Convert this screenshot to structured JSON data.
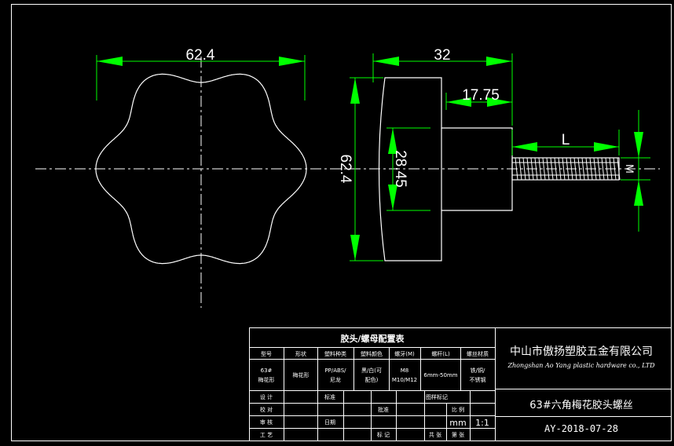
{
  "colors": {
    "background": "#000000",
    "lines": "#ffffff",
    "dimension": "#00ff00",
    "border": "#ffffff"
  },
  "dimensions": {
    "knob_width": "62.4",
    "knob_height": "62.4",
    "head_length": "32",
    "hub_length": "17.75",
    "hub_diameter": "28.45",
    "screw_length": "L",
    "thread": "M"
  },
  "title_block": {
    "table_title": "胶头/螺母配置表",
    "headers": [
      "型号",
      "形状",
      "塑料种类",
      "塑料颜色",
      "螺牙(M)",
      "螺杆(L)",
      "螺丝材质"
    ],
    "values": [
      [
        "63#",
        "梅花形"
      ],
      [
        "梅花形"
      ],
      [
        "PP/ABS/",
        "尼龙"
      ],
      [
        "黑/白(可",
        "配色)"
      ],
      [
        "M8",
        "M10/M12"
      ],
      [
        "6mm-50mm"
      ],
      [
        "铁/铜/",
        "不锈钢"
      ]
    ],
    "row_labels_left": [
      "设 计",
      "校 对",
      "审 核",
      "工 艺"
    ],
    "row_labels_mid": [
      "标准",
      "批准",
      "日期",
      "标 记"
    ],
    "row_labels_right": [
      "共 张",
      "第 张",
      "图样标记",
      "比 例"
    ],
    "unit": "mm",
    "scale": "1:1",
    "company_cn": "中山市傲扬塑胶五金有限公司",
    "company_en": "Zhongshan Ao Yang plastic hardware co., LTD",
    "drawing_title": "63#六角梅花胶头螺丝",
    "drawing_number": "AY-2018-07-28"
  }
}
